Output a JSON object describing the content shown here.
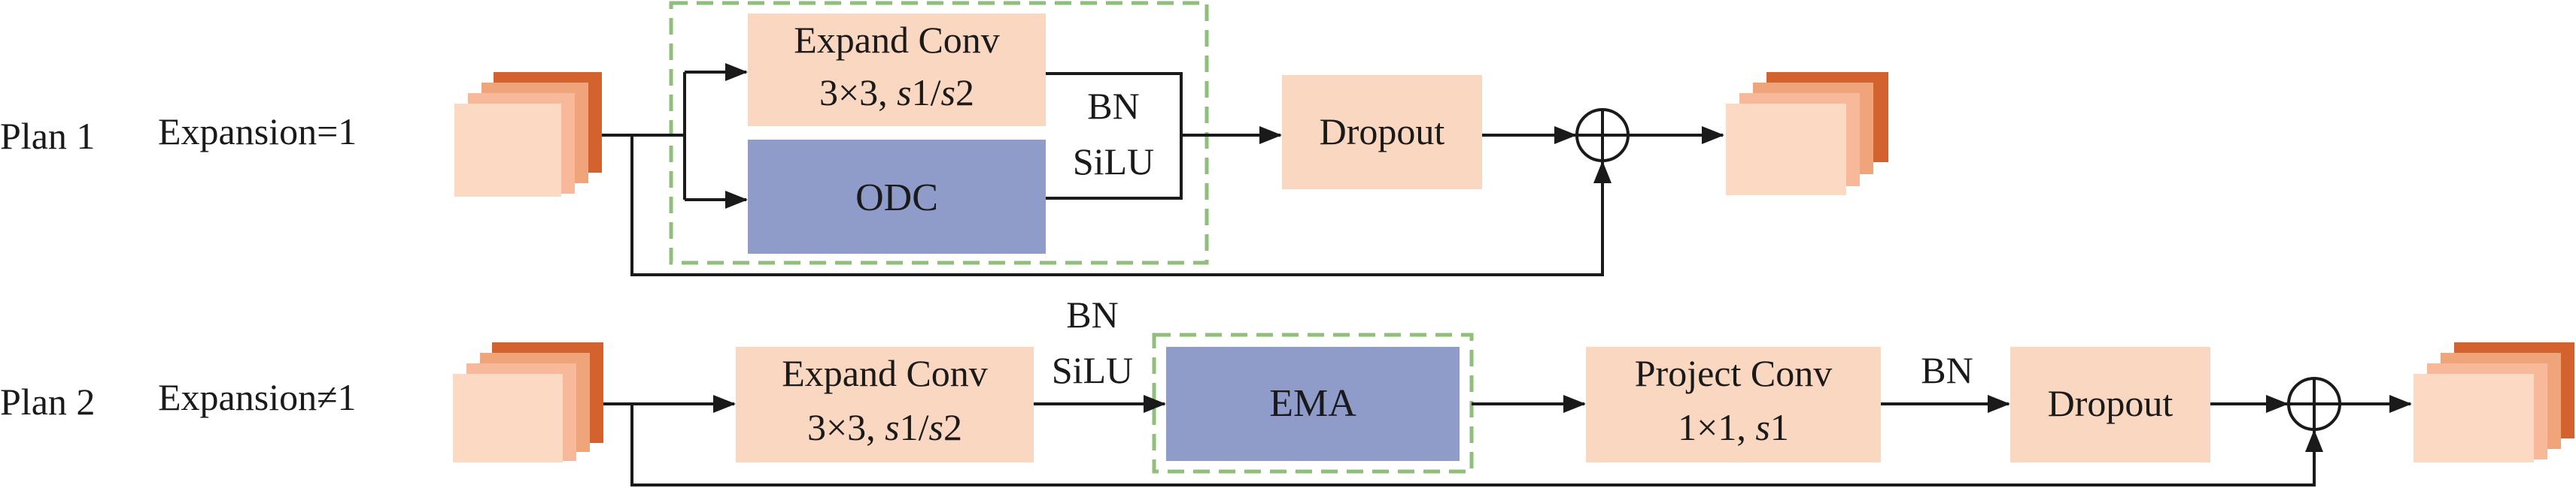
{
  "plan1": {
    "plan_label": "Plan 1",
    "expansion_label": "Expansion=1",
    "expand_conv": {
      "line1": "Expand Conv",
      "line2_prefix": "3×3, ",
      "line2_italic_a": "s",
      "line2_mid": "1/",
      "line2_italic_b": "s",
      "line2_suffix": "2"
    },
    "odc_label": "ODC",
    "bn_label": "BN",
    "silu_label": "SiLU",
    "dropout_label": "Dropout"
  },
  "plan2": {
    "plan_label": "Plan 2",
    "expansion_label": "Expansion≠1",
    "expand_conv": {
      "line1": "Expand Conv",
      "line2_prefix": "3×3, ",
      "line2_italic_a": "s",
      "line2_mid": "1/",
      "line2_italic_b": "s",
      "line2_suffix": "2"
    },
    "bn_label": "BN",
    "silu_label": "SiLU",
    "ema_label": "EMA",
    "project_conv": {
      "line1": "Project Conv",
      "line2_prefix": "1×1, ",
      "line2_italic": "s",
      "line2_suffix": "1"
    },
    "bn2_label": "BN",
    "dropout_label": "Dropout"
  },
  "colors": {
    "conv_fill": "#fad7c0",
    "attention_fill": "#8f9cc9",
    "dashed_box": "#8fbf7a",
    "feature_dark": "#d4622e",
    "feature_mid": "#f0a47a",
    "feature_light": "#fbd9c2",
    "line": "#1a1a1a"
  },
  "icons": {
    "feature_map": "feature-map-stack-icon",
    "add": "circled-plus-icon"
  }
}
